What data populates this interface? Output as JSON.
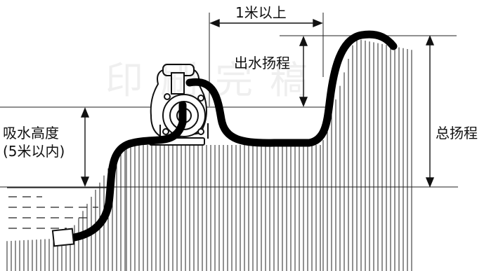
{
  "labels": {
    "distance": "1米以上",
    "discharge_head": "出水扬程",
    "suction_height_line1": "吸水高度",
    "suction_height_line2": "(5米以内)",
    "total_head": "总扬程"
  },
  "watermark": "印刷完稿",
  "colors": {
    "ink": "#111111",
    "background": "#ffffff",
    "hatch": "#222222"
  }
}
